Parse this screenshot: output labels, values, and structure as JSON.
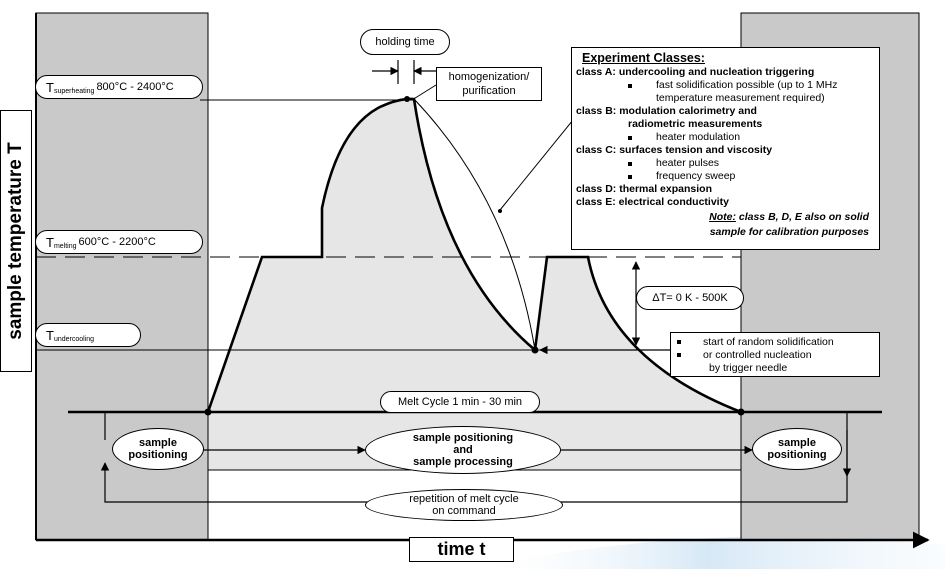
{
  "axes": {
    "y_label": "sample temperature T",
    "x_label": "time t"
  },
  "temperature_levels": {
    "superheating": {
      "symbol": "T",
      "subscript": "superheating",
      "range": "800°C - 2400°C"
    },
    "melting": {
      "symbol": "T",
      "subscript": "melting",
      "range": "600°C - 2200°C"
    },
    "undercooling": {
      "symbol": "T",
      "subscript": "undercooling"
    }
  },
  "annotations": {
    "holding_time": "holding time",
    "homogenization_line1": "homogenization/",
    "homogenization_line2": "purification",
    "delta_t": "ΔT= 0 K - 500K",
    "melt_cycle": "Melt Cycle 1 min - 30 min"
  },
  "experiment_classes": {
    "heading": "Experiment Classes:",
    "classes": [
      {
        "label": "class A:",
        "title": "undercooling and nucleation triggering",
        "items": [
          "fast solidification possible (up to 1 MHz",
          "temperature measurement required)"
        ]
      },
      {
        "label": "class B:",
        "title": "modulation calorimetry and",
        "title2": "radiometric measurements",
        "items": [
          "heater modulation"
        ]
      },
      {
        "label": "class C:",
        "title": "surfaces tension and viscosity",
        "items": [
          "heater pulses",
          "frequency sweep"
        ]
      },
      {
        "label": "class D:",
        "title": "thermal expansion"
      },
      {
        "label": "class E:",
        "title": "electrical conductivity"
      }
    ],
    "note_label": "Note:",
    "note_line1": "class B, D, E also on solid",
    "note_line2": "sample for calibration purposes"
  },
  "solidification": {
    "line1": "start of random solidification",
    "line2": "or controlled nucleation",
    "line3": "by trigger needle"
  },
  "process": {
    "left_line1": "sample",
    "left_line2": "positioning",
    "mid_line1": "sample positioning",
    "mid_line2": "and",
    "mid_line3": "sample processing",
    "right_line1": "sample",
    "right_line2": "positioning",
    "repeat_line1": "repetition of melt cycle",
    "repeat_line2": "on command"
  }
}
